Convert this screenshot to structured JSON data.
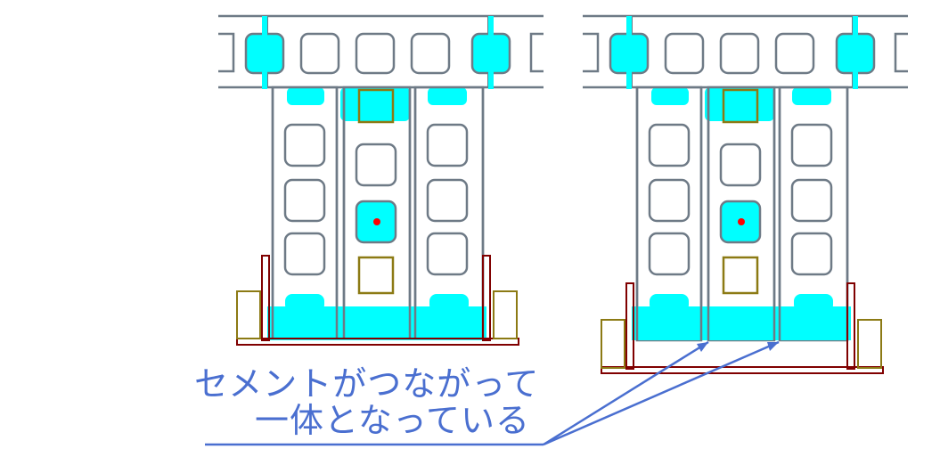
{
  "annotation": {
    "line1": "セメントがつながって",
    "line2": "一体となっている"
  },
  "colors": {
    "cement": "#00ffff",
    "block_outline": "#6e7a86",
    "spacer": "#8c7a14",
    "plate": "#800000",
    "annotation_text": "#4a6fd0",
    "marker": "#ff0000"
  },
  "icons": {
    "marker": "red-dot"
  }
}
